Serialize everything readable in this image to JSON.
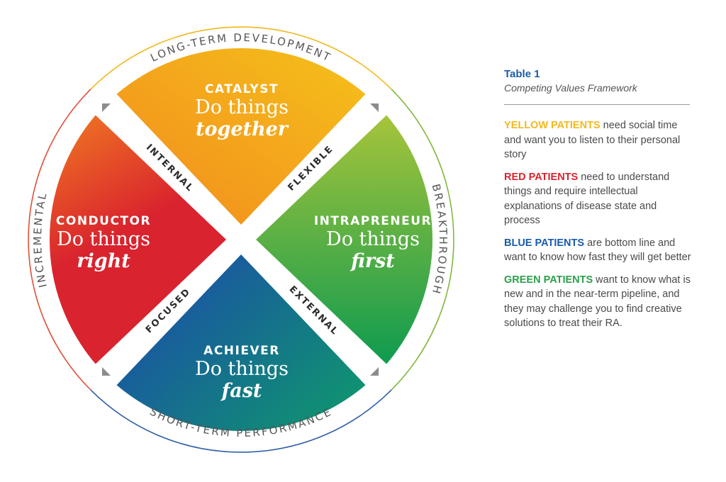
{
  "diagram": {
    "quadrants": [
      {
        "id": "top",
        "title": "CATALYST",
        "line": "Do things",
        "emphasis": "together",
        "color_a": "#f28a1e",
        "color_b": "#f5c11a"
      },
      {
        "id": "right",
        "title": "INTRAPRENEUR",
        "line": "Do things",
        "emphasis": "first",
        "color_a": "#a6c43a",
        "color_b": "#0e9b4f"
      },
      {
        "id": "bottom",
        "title": "ACHIEVER",
        "line": "Do things",
        "emphasis": "fast",
        "color_a": "#1b4fa8",
        "color_b": "#0e9b6a"
      },
      {
        "id": "left",
        "title": "CONDUCTOR",
        "line": "Do things",
        "emphasis": "right",
        "color_a": "#f07a22",
        "color_b": "#d9232e"
      }
    ],
    "axis_labels": {
      "internal": "INTERNAL",
      "flexible": "FLEXIBLE",
      "focused": "FOCUSED",
      "external": "EXTERNAL"
    },
    "ring_labels": {
      "top": "LONG-TERM DEVELOPMENT",
      "right": "BREAKTHROUGH",
      "bottom": "SHORT-TERM PERFORMANCE",
      "left": "INCREMENTAL"
    },
    "ring_colors": {
      "top": "#f2b81e",
      "right": "#7fb83a",
      "bottom": "#2f5fa8",
      "left": "#e0503a"
    }
  },
  "side_panel": {
    "title": "Table 1",
    "subtitle": "Competing Values Framework",
    "entries": [
      {
        "lead": "YELLOW PATIENTS",
        "text": " need social time and want you to listen to their personal story",
        "color": "#f2b81e"
      },
      {
        "lead": "RED PATIENTS",
        "text": " need to understand things and require intellectual explanations of disease state and process",
        "color": "#d9232e"
      },
      {
        "lead": "BLUE PATIENTS",
        "text": " are bottom line and want to know how fast they will get better",
        "color": "#1a5aa8"
      },
      {
        "lead": "GREEN PATIENTS",
        "text": " want to know what is new and in the near-term pipeline, and they may challenge you to find creative solutions to treat their RA.",
        "color": "#2aa04a"
      }
    ]
  }
}
